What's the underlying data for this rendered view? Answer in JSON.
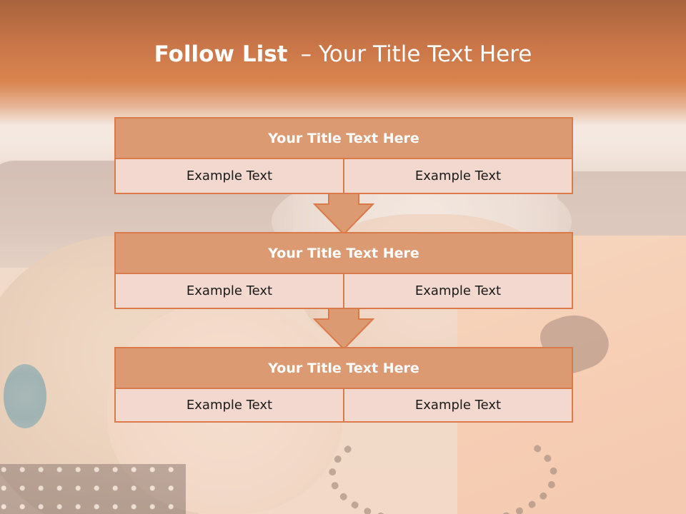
{
  "title": {
    "bold": "Follow List",
    "dash": "–",
    "rest": "Your Title Text Here"
  },
  "blocks": [
    {
      "heading": "Your Title Text Here",
      "left": "Example Text",
      "right": "Example Text"
    },
    {
      "heading": "Your Title Text Here",
      "left": "Example Text",
      "right": "Example Text"
    },
    {
      "heading": "Your Title Text Here",
      "left": "Example Text",
      "right": "Example Text"
    }
  ],
  "colors": {
    "header_orange": "#d9844f",
    "block_border": "#d87a4a",
    "block_heading_fill": "#dc9a73",
    "block_row_fill": "#f2d8ce"
  }
}
